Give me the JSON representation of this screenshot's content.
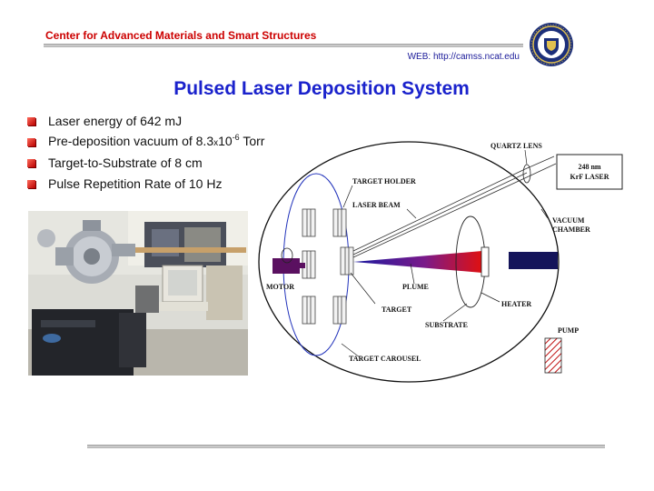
{
  "header": {
    "org_name": "Center for Advanced Materials and Smart Structures",
    "web": "WEB: http://camss.ncat.edu"
  },
  "slide": {
    "title": "Pulsed Laser Deposition System",
    "bullets": [
      {
        "text": "Laser energy of 642 mJ"
      },
      {
        "pre": "Pre-deposition vacuum of 8.3",
        "times": "x",
        "base": "10",
        "exp": "-6",
        "post": " Torr"
      },
      {
        "text": "Target-to-Substrate of 8 cm"
      },
      {
        "text": "Pulse Repetition Rate of 10 Hz"
      }
    ]
  },
  "diagram": {
    "labels": {
      "quartz_lens": "QUARTZ LENS",
      "laser_line1": "248 nm",
      "laser_line2": "KrF LASER",
      "target_holder": "TARGET HOLDER",
      "laser_beam": "LASER BEAM",
      "vacuum_line1": "VACUUM",
      "vacuum_line2": "CHAMBER",
      "motor": "MOTOR",
      "plume": "PLUME",
      "target": "TARGET",
      "heater": "HEATER",
      "substrate": "SUBSTRATE",
      "pump": "PUMP",
      "target_carousel": "TARGET CAROUSEL"
    }
  },
  "colors": {
    "org_red": "#cc0000",
    "title_blue": "#1a22cc",
    "motor_purple": "#5a1060",
    "heater_navy": "#14145a",
    "carousel_blue": "#2233bb"
  },
  "icons": {
    "bullet": "red-square-bullet-icon",
    "seal": "university-seal-icon"
  }
}
